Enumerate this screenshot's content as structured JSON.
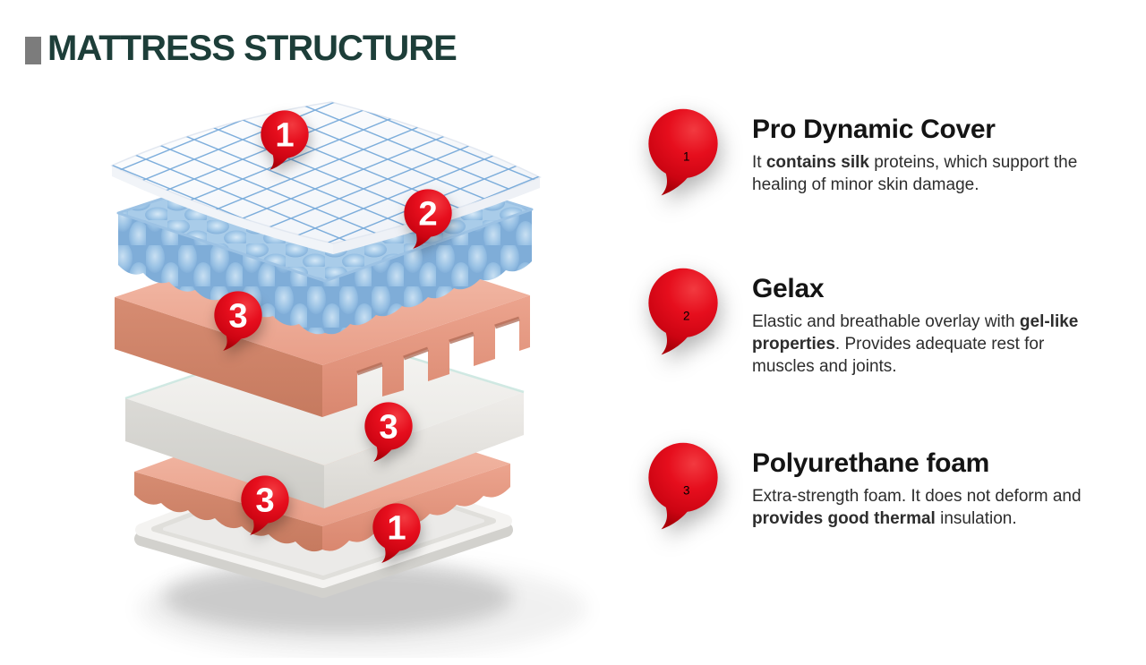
{
  "header": {
    "title": "MATTRESS STRUCTURE"
  },
  "colors": {
    "title_teal": "#1d3e39",
    "accent_bar_gray": "#7c7c7c",
    "badge_red": "#e30d1b",
    "foam_pink": "#e8a28d",
    "foam_blue": "#8ab8de",
    "foam_white": "#efeeec"
  },
  "diagram": {
    "layers": [
      {
        "name": "quilted-cover"
      },
      {
        "name": "gelax-overlay"
      },
      {
        "name": "polyurethane-foam-notched"
      },
      {
        "name": "base-foam"
      },
      {
        "name": "wavy-foam"
      },
      {
        "name": "bottom-tray"
      }
    ],
    "badges": [
      {
        "number": "1"
      },
      {
        "number": "2"
      },
      {
        "number": "3"
      },
      {
        "number": "3"
      },
      {
        "number": "3"
      },
      {
        "number": "1"
      }
    ]
  },
  "legend": {
    "items": [
      {
        "number": "1",
        "title": "Pro Dynamic Cover",
        "desc": [
          {
            "t": "It ",
            "b": 0
          },
          {
            "t": "contains silk",
            "b": 1
          },
          {
            "t": " proteins, which support the healing of minor skin damage.",
            "b": 0
          }
        ]
      },
      {
        "number": "2",
        "title": "Gelax",
        "desc": [
          {
            "t": "Elastic and breathable overlay with ",
            "b": 0
          },
          {
            "t": "gel-like properties",
            "b": 1
          },
          {
            "t": ". Provides adequate rest for muscles and joints.",
            "b": 0
          }
        ]
      },
      {
        "number": "3",
        "title": "Polyurethane foam",
        "desc": [
          {
            "t": "Extra-strength foam. It does not deform and ",
            "b": 0
          },
          {
            "t": "provides good thermal",
            "b": 1
          },
          {
            "t": " insulation.",
            "b": 0
          }
        ]
      }
    ]
  }
}
